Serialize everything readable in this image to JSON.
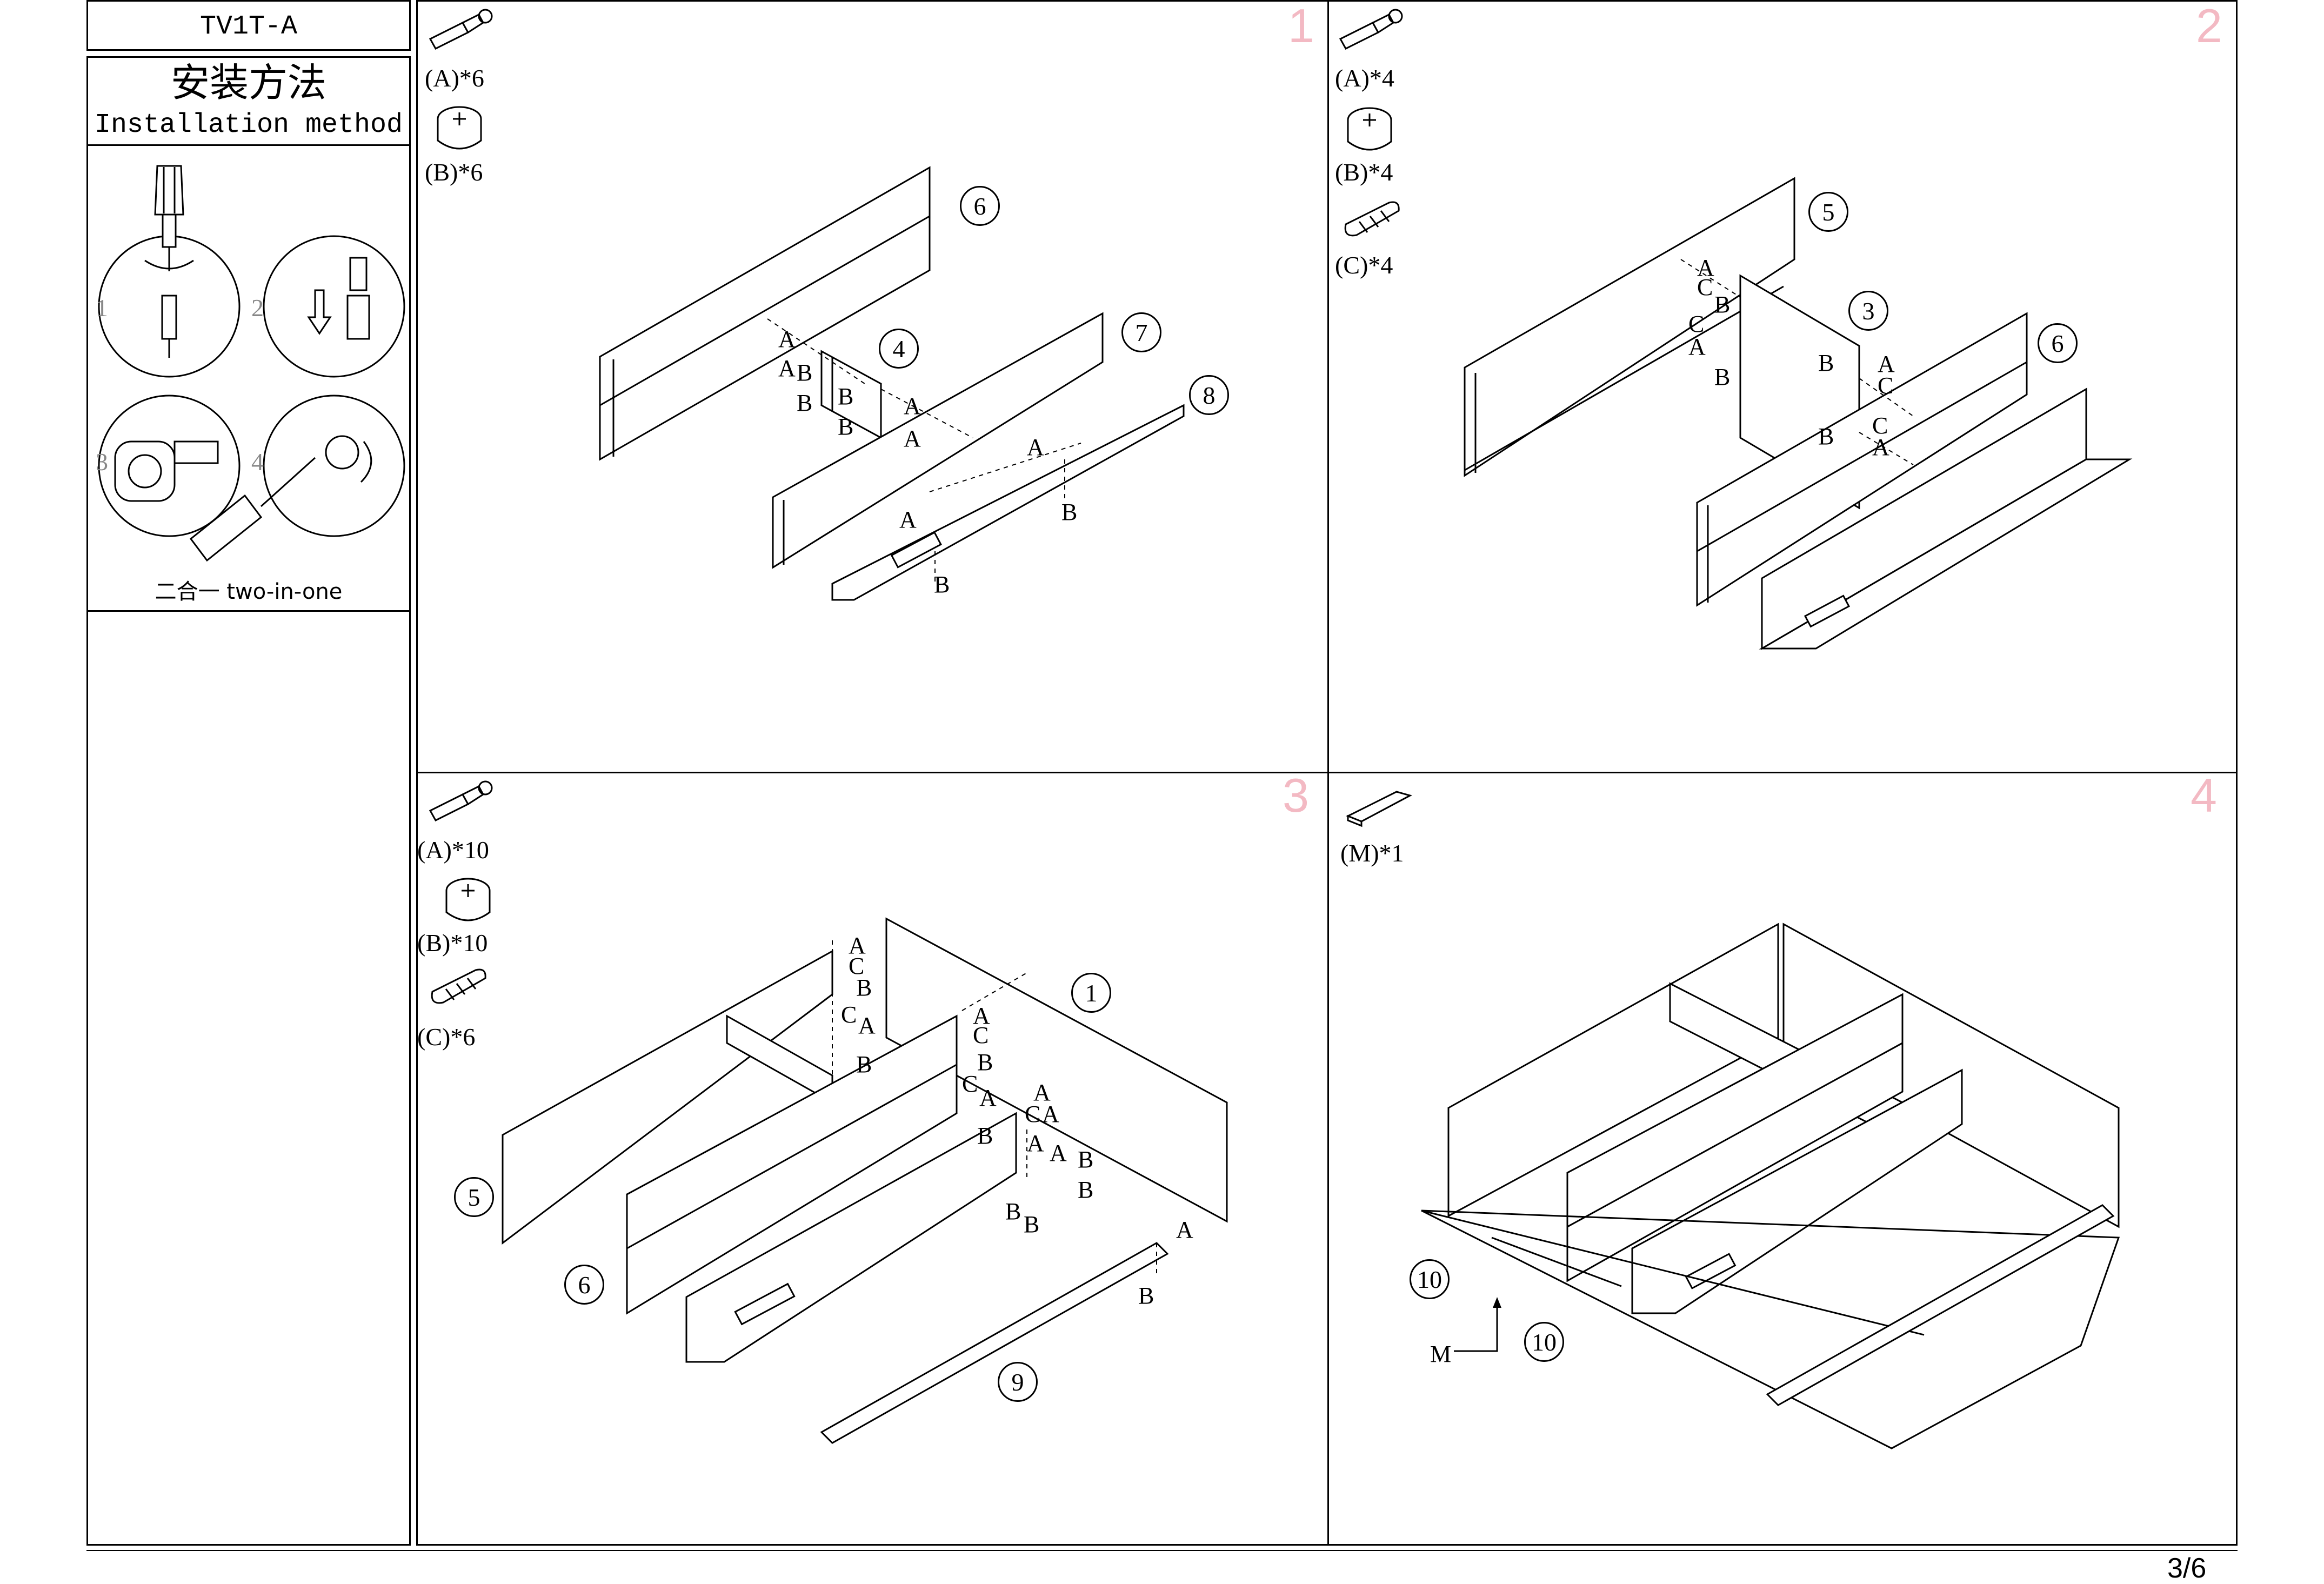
{
  "header": {
    "model_code": "TV1T-A"
  },
  "method": {
    "title_cn": "安装方法",
    "title_en": "Installation method",
    "step_numbers": [
      "1",
      "2",
      "3",
      "4"
    ],
    "caption": "二合一  two-in-one"
  },
  "steps": [
    {
      "number": "1",
      "parts": [
        "(A)*6",
        "(B)*6"
      ],
      "callouts": [
        "6",
        "4",
        "7",
        "8"
      ]
    },
    {
      "number": "2",
      "parts": [
        "(A)*4",
        "(B)*4",
        "(C)*4"
      ],
      "callouts": [
        "5",
        "3",
        "6"
      ]
    },
    {
      "number": "3",
      "parts": [
        "(A)*10",
        "(B)*10",
        "(C)*6"
      ],
      "callouts": [
        "1",
        "5",
        "6",
        "9"
      ]
    },
    {
      "number": "4",
      "parts": [
        "(M)*1"
      ],
      "callouts": [
        "10",
        "10"
      ],
      "pointer_label": "M"
    }
  ],
  "icons": [
    "cam-bolt-icon",
    "cam-lock-icon",
    "wood-dowel-icon",
    "metal-strip-icon",
    "screwdriver-icon"
  ],
  "footer": {
    "page": "3/6"
  },
  "colors": {
    "line": "#000000",
    "step_number": "#f3b9c3",
    "background": "#ffffff"
  }
}
